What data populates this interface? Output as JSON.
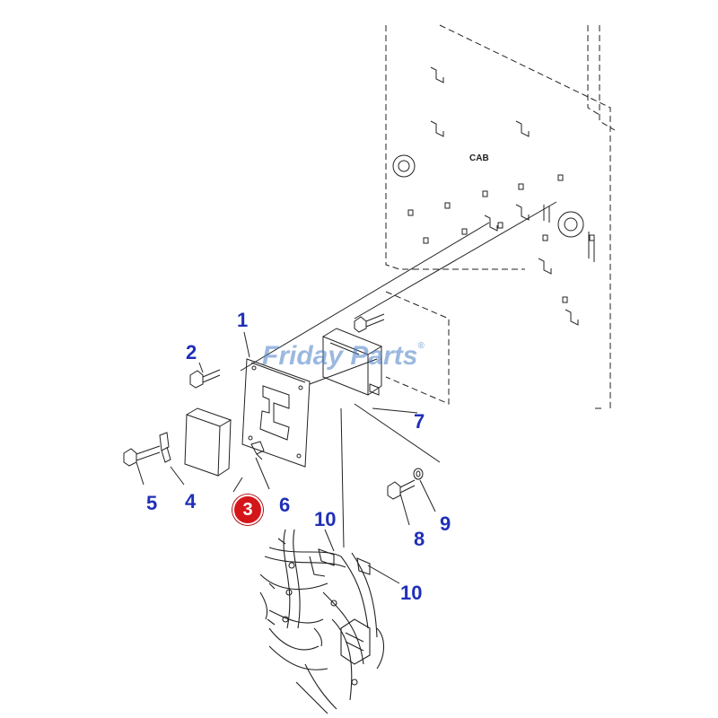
{
  "watermark": {
    "text": "Friday Parts",
    "reg_mark": "®",
    "color": "#4a7fc8"
  },
  "cab_label": "CAB",
  "callouts": [
    {
      "id": "1",
      "label": "1"
    },
    {
      "id": "2",
      "label": "2"
    },
    {
      "id": "3",
      "label": "3",
      "highlighted": true
    },
    {
      "id": "4",
      "label": "4"
    },
    {
      "id": "5",
      "label": "5"
    },
    {
      "id": "6",
      "label": "6"
    },
    {
      "id": "7",
      "label": "7"
    },
    {
      "id": "8",
      "label": "8"
    },
    {
      "id": "9",
      "label": "9"
    },
    {
      "id": "10a",
      "label": "10"
    },
    {
      "id": "10b",
      "label": "10"
    }
  ],
  "colors": {
    "callout": "#1f2fb8",
    "highlight": "#d4161a",
    "linework": "#222222"
  }
}
